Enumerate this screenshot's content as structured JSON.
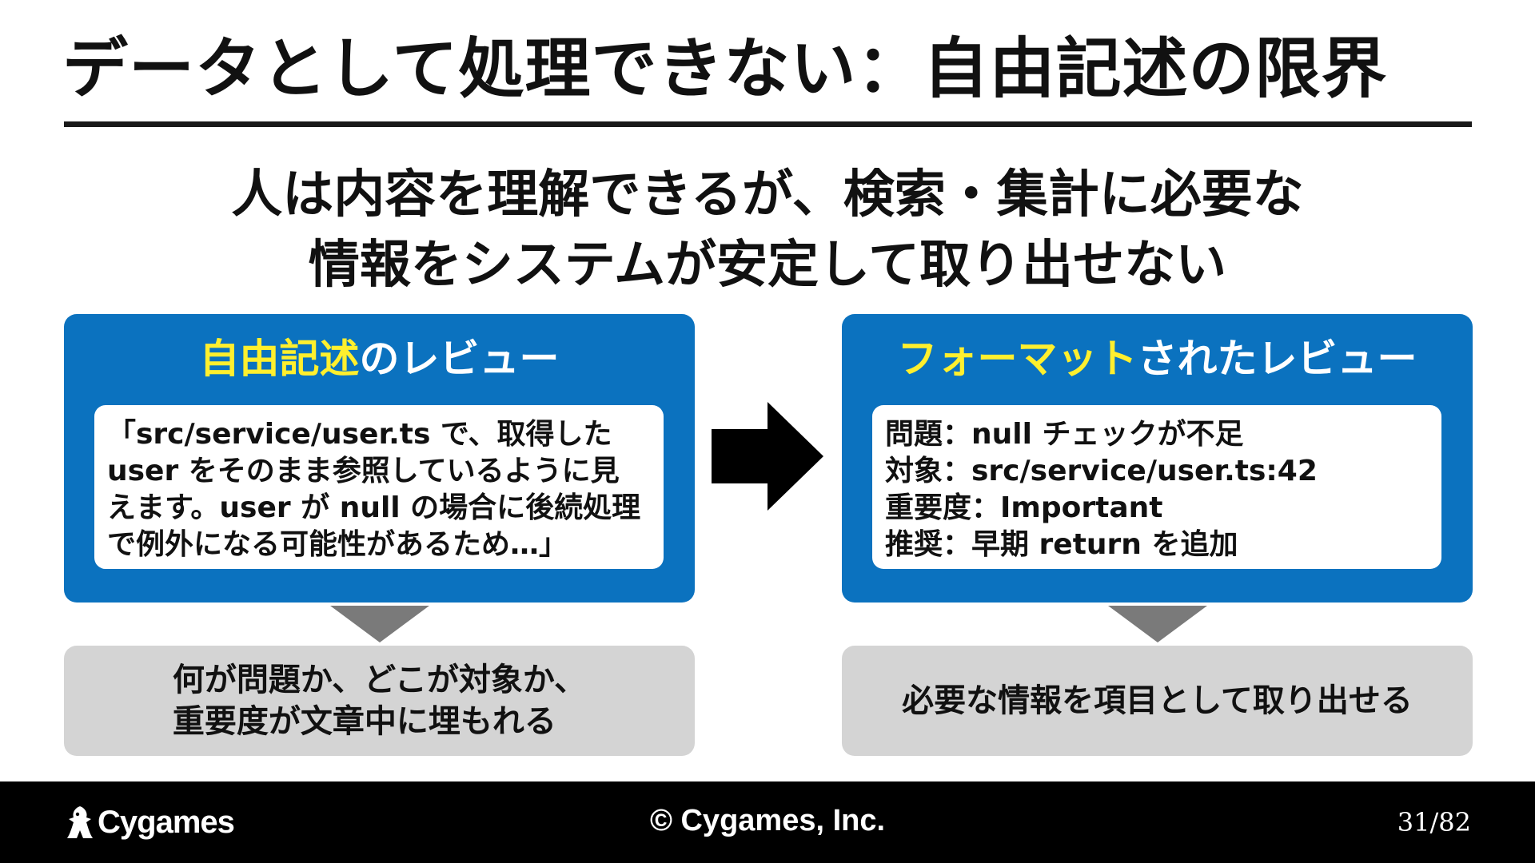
{
  "slide": {
    "title": "データとして処理できない：自由記述の限界",
    "headline": [
      "人は内容を理解できるが、検索・集計に必要な",
      "情報をシステムが安定して取り出せない"
    ]
  },
  "left_panel": {
    "heading_accent": "自由記述",
    "heading_rest": "のレビュー",
    "lines": [
      "「src/service/user.ts で、取得した",
      "user をそのまま参照しているように見",
      "えます。user が null の場合に後続処理",
      "で例外になる可能性があるため…」"
    ],
    "result_lines": [
      "何が問題か、どこが対象か、",
      "重要度が文章中に埋もれる"
    ]
  },
  "right_panel": {
    "heading_accent": "フォーマット",
    "heading_rest": "されたレビュー",
    "lines": [
      "問題：null チェックが不足",
      "対象：src/service/user.ts:42",
      "重要度：Important",
      "推奨：早期 return を追加"
    ],
    "result_lines": [
      "必要な情報を項目として取り出せる"
    ]
  },
  "footer": {
    "logo_text": "Cygames",
    "copyright": "© Cygames, Inc.",
    "page": "31/82"
  },
  "colors": {
    "panel_blue": "#0b72bf",
    "accent_yellow": "#ffef2e",
    "result_gray": "#d4d4d4",
    "footer_black": "#000000"
  },
  "icons": {
    "arrow": "right-arrow-icon",
    "pointer": "down-triangle-icon",
    "logo": "cygames-logo-icon"
  }
}
